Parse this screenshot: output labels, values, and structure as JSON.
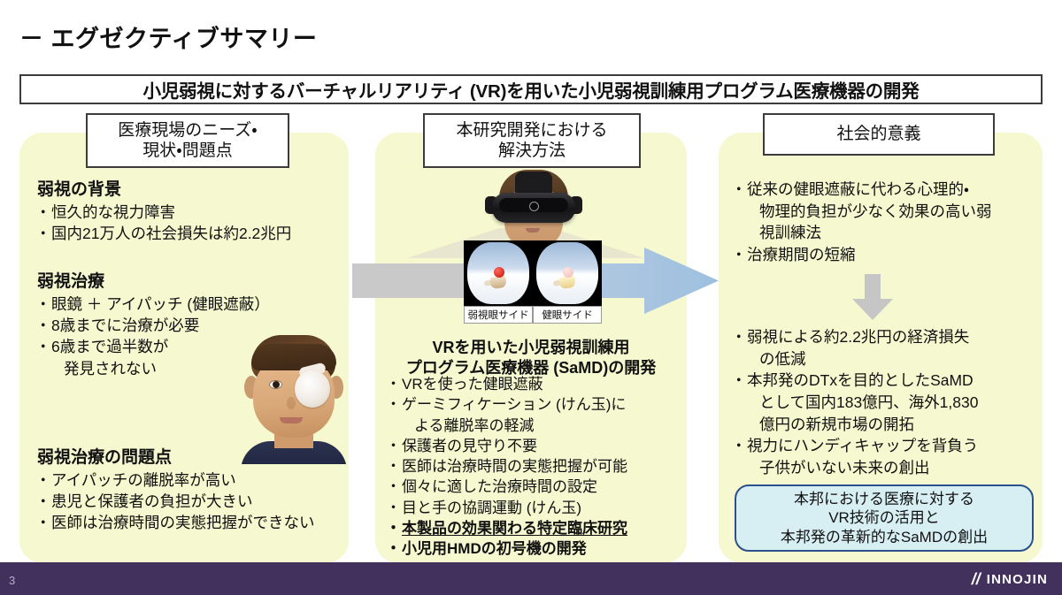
{
  "slide": {
    "heading": "－ エグゼクティブサマリー",
    "title": "小児弱視に対するバーチャルリアリティ (VR)を用いた小児弱視訓練用プログラム医療機器の開発",
    "page_number": "3"
  },
  "colors": {
    "panel_fill": "#f6f8cf",
    "header_border": "#3c3c3c",
    "callout_fill": "#d7eef3",
    "callout_border": "#2d4f8b",
    "footer_bar": "#42305d",
    "arrow_gray": "#c8c8c8",
    "arrow_blue": "#9dc0e0"
  },
  "columns": {
    "needs": {
      "header_line1": "医療現場のニーズ・",
      "header_line2": "現状・問題点",
      "groups": [
        {
          "title": "弱視の背景",
          "items": [
            {
              "text": "恒久的な視力障害",
              "style": "dot"
            },
            {
              "text": "国内21万人の社会損失は約2.2兆円",
              "style": "dot"
            }
          ]
        },
        {
          "title": "弱視治療",
          "items": [
            {
              "text": "眼鏡 ＋ アイパッチ (健眼遮蔽）",
              "style": "dot"
            },
            {
              "text": "8歳までに治療が必要",
              "style": "dot"
            },
            {
              "text": "6歳まで過半数が",
              "style": "dot"
            },
            {
              "text": "発見されない",
              "style": "cont"
            }
          ]
        },
        {
          "title": "弱視治療の問題点",
          "items": [
            {
              "text": "アイパッチの離脱率が高い",
              "style": "dot"
            },
            {
              "text": "患児と保護者の負担が大きい",
              "style": "dot"
            },
            {
              "text": "医師は治療時間の実態把握ができない",
              "style": "dot"
            }
          ]
        }
      ],
      "photo_caption": "eye-patch-child-photo"
    },
    "solution": {
      "header_line1": "本研究開発における",
      "header_line2": "解決方法",
      "lens_labels": [
        "弱視眼サイド",
        "健眼サイド"
      ],
      "title_line1": "VRを用いた小児弱視訓練用",
      "title_line2": "プログラム医療機器 (SaMD)の開発",
      "items": [
        {
          "text": "VRを使った健眼遮蔽",
          "style": "dot"
        },
        {
          "text": "ゲーミフィケーション (けん玉)に",
          "style": "dot"
        },
        {
          "text": "よる離脱率の軽減",
          "style": "cont"
        },
        {
          "text": "保護者の見守り不要",
          "style": "dot"
        },
        {
          "text": "医師は治療時間の実態把握が可能",
          "style": "dot"
        },
        {
          "text": "個々に適した治療時間の設定",
          "style": "dot"
        },
        {
          "text": "目と手の協調運動 (けん玉)",
          "style": "dot"
        },
        {
          "text": "本製品の効果関わる特定臨床研究",
          "style": "dot bold underline"
        },
        {
          "text": "小児用HMDの初号機の開発",
          "style": "dot bold"
        }
      ]
    },
    "impact": {
      "header_line1": "社会的意義",
      "top_items": [
        {
          "text": "従来の健眼遮蔽に代わる心理的・",
          "style": "dot"
        },
        {
          "text": "物理的負担が少なく効果の高い弱",
          "style": "cont"
        },
        {
          "text": "視訓練法",
          "style": "cont"
        },
        {
          "text": "治療期間の短縮",
          "style": "dot"
        }
      ],
      "bottom_items": [
        {
          "text": "弱視による約2.2兆円の経済損失",
          "style": "dot"
        },
        {
          "text": "の低減",
          "style": "cont"
        },
        {
          "text": "本邦発のDTxを目的としたSaMD",
          "style": "dot"
        },
        {
          "text": "として国内183億円、海外1,830",
          "style": "cont"
        },
        {
          "text": "億円の新規市場の開拓",
          "style": "cont"
        },
        {
          "text": "視力にハンディキャップを背負う",
          "style": "dot"
        },
        {
          "text": "子供がいない未来の創出",
          "style": "cont"
        }
      ],
      "callout": {
        "line1": "本邦における医療に対する",
        "line2": "VR技術の活用と",
        "line3": "本邦発の革新的なSaMDの創出"
      }
    }
  },
  "footer": {
    "logo_mark": "//",
    "logo_word": "INNOJIN"
  }
}
